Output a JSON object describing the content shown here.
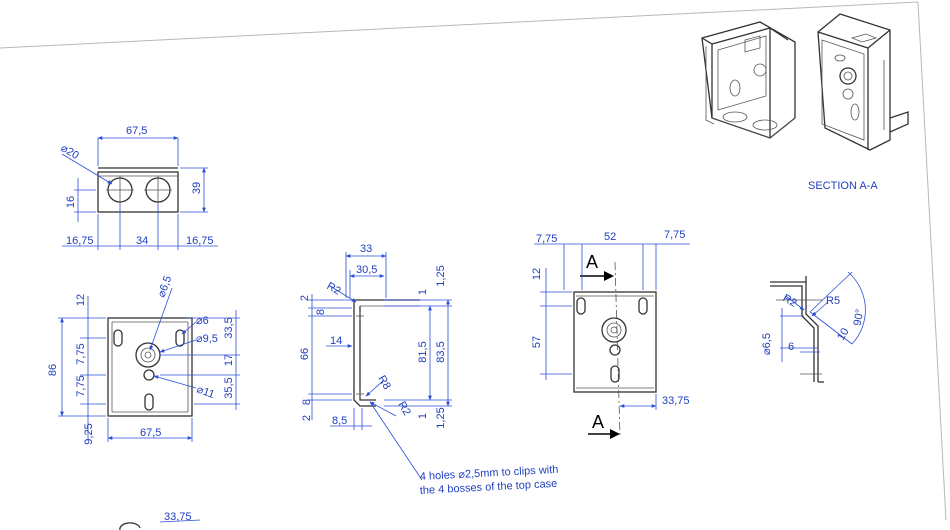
{
  "colors": {
    "dimension": "#1f3fbf",
    "part_line": "#333333",
    "sheet_border": "#b8b8b8"
  },
  "section_label": "SECTION A-A",
  "cut_label": "A",
  "note": {
    "line1": "4 holes  ⌀2,5mm to clips with",
    "line2": "the 4 bosses of the top case"
  },
  "view_top": {
    "d_width": "67,5",
    "d_hole": "⌀20",
    "d_height": "39",
    "d_16": "16",
    "d_left": "16,75",
    "d_mid": "34",
    "d_right": "16,75"
  },
  "view_front": {
    "d_12": "12",
    "d_86": "86",
    "d_775a": "7,75",
    "d_775b": "7,75",
    "d_925": "9,25",
    "d_675": "67,5",
    "d_phi65": "⌀6,5",
    "d_phi6": "⌀6",
    "d_phi95": "⌀9,5",
    "d_phi11": "⌀11",
    "d_335": "33,5",
    "d_17": "17",
    "d_355": "35,5"
  },
  "view_side": {
    "d_33": "33",
    "d_305": "30,5",
    "d_125a": "1,25",
    "d_1a": "1",
    "d_2a": "2",
    "d_8a": "8",
    "d_r2a": "R2",
    "d_66": "66",
    "d_14": "14",
    "d_815": "81,5",
    "d_835": "83,5",
    "d_8b": "8",
    "d_2b": "2",
    "d_r8": "R8",
    "d_r2b": "R2",
    "d_85": "8,5",
    "d_1b": "1",
    "d_125b": "1,25"
  },
  "view_back": {
    "d_775l": "7,75",
    "d_52": "52",
    "d_775r": "7,75",
    "d_12": "12",
    "d_57": "57",
    "d_3375": "33,75"
  },
  "view_detail": {
    "d_r2": "R2",
    "d_r5": "R5",
    "d_90": "90°",
    "d_phi65": "⌀6,5",
    "d_6": "6",
    "d_10": "10"
  },
  "partial_bottom": {
    "d_3375": "33,75"
  }
}
